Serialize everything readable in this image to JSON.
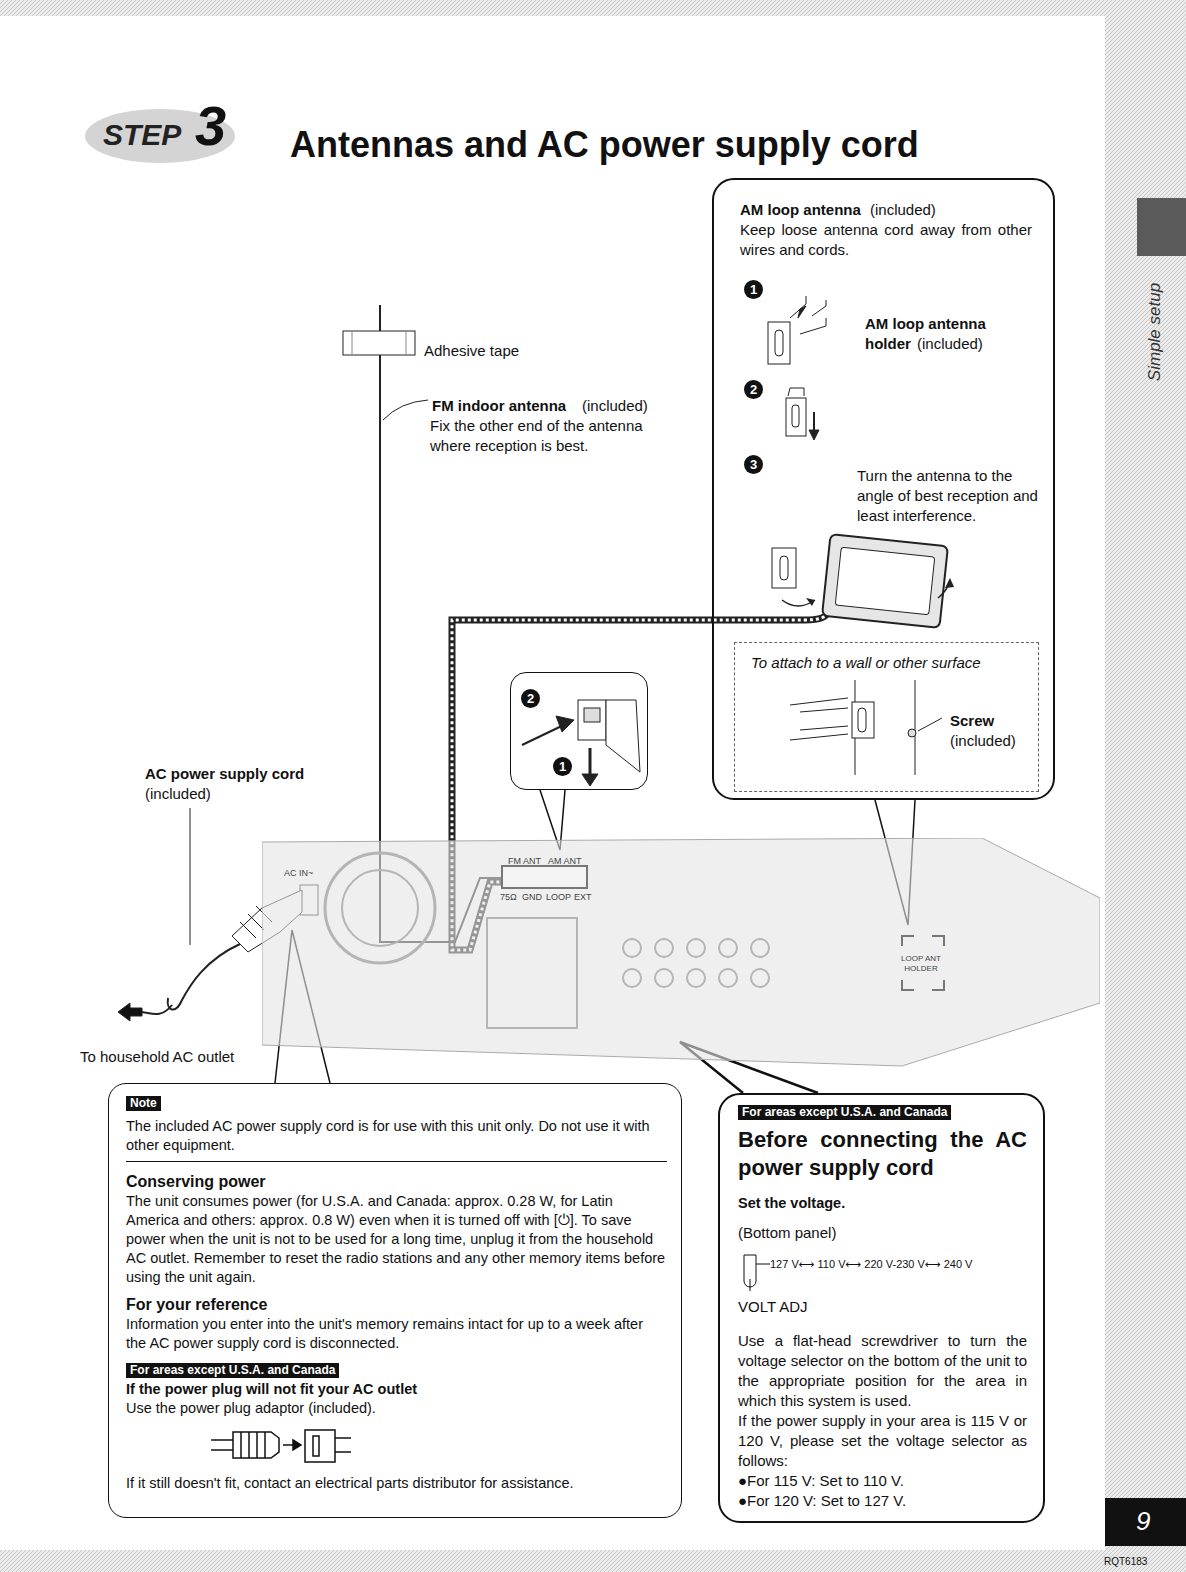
{
  "diagram": {
    "title": "Antennas and AC power supply cord",
    "nodes": [
      {
        "text": [
          "AM loop antenna",
          "(included)",
          "Keep loose antenna cord away from other wires and cords.",
          "1",
          "AM loop antenna holder",
          "(included)",
          "2",
          "3",
          "Turn the antenna to the angle of best reception and least interference."
        ]
      },
      {
        "text": [
          "To attach to a wall or other surface",
          "Screw",
          "(included)"
        ],
        "in": 0
      },
      {
        "text": [
          "2",
          "1"
        ]
      },
      {
        "text": [
          "AC IN~",
          "FM ANT",
          "AM ANT",
          "75Ω",
          "GND",
          "LOOP",
          "EXT",
          "LOOP ANT HOLDER"
        ]
      },
      {
        "text": [
          "Note",
          "The included AC power supply cord is for use with this unit only. Do not use it with other equipment.",
          "Conserving power",
          "The unit consumes power (for U.S.A. and Canada: approx. 0.28 W, for Latin America and others: approx. 0.8 W) even when it is turned off with [⏻]. To save power when the unit is not to be used for a long time, unplug it from the household AC outlet. Remember to reset the radio stations and any other memory items before using the unit again.",
          "For your reference",
          "Information you enter into the unit's memory remains intact for up to a week after the AC power supply cord is disconnected.",
          "For areas except U.S.A. and Canada",
          "If the power plug will not fit your AC outlet",
          "Use the power plug adaptor (included).",
          "If it still doesn't fit, contact an electrical parts distributor for assistance."
        ]
      },
      {
        "text": [
          "For areas except U.S.A. and Canada",
          "Before connecting the AC power supply cord",
          "Set the voltage.",
          "(Bottom panel)",
          "127 V⟷ 110 V⟷ 220 V-230 V⟷ 240 V",
          "VOLT ADJ",
          "Use a flat-head screwdriver to turn the voltage selector on the bottom of the unit to the appropriate position for the area in which this system is used.",
          "If the power supply in your area is 115 V or 120 V, please set the voltage selector as follows:",
          "●For 115 V: Set to 110 V.",
          "●For 120 V: Set to 127 V."
        ]
      }
    ],
    "edges": [
      {
        "from": 0,
        "to": 3,
        "arrow": "none"
      },
      {
        "from": 2,
        "to": 3,
        "arrow": "none"
      },
      {
        "from": 4,
        "to": 3,
        "arrow": "none"
      },
      {
        "from": 5,
        "to": 3,
        "arrow": "none"
      }
    ],
    "labels": [
      "STEP",
      "3",
      "Adhesive tape",
      "FM indoor antenna",
      "(included)",
      "Fix the other end of the antenna where reception is best.",
      "AC power supply cord",
      "(included)",
      "To household AC outlet",
      "Simple setup",
      "9",
      "RQT6183"
    ]
  }
}
